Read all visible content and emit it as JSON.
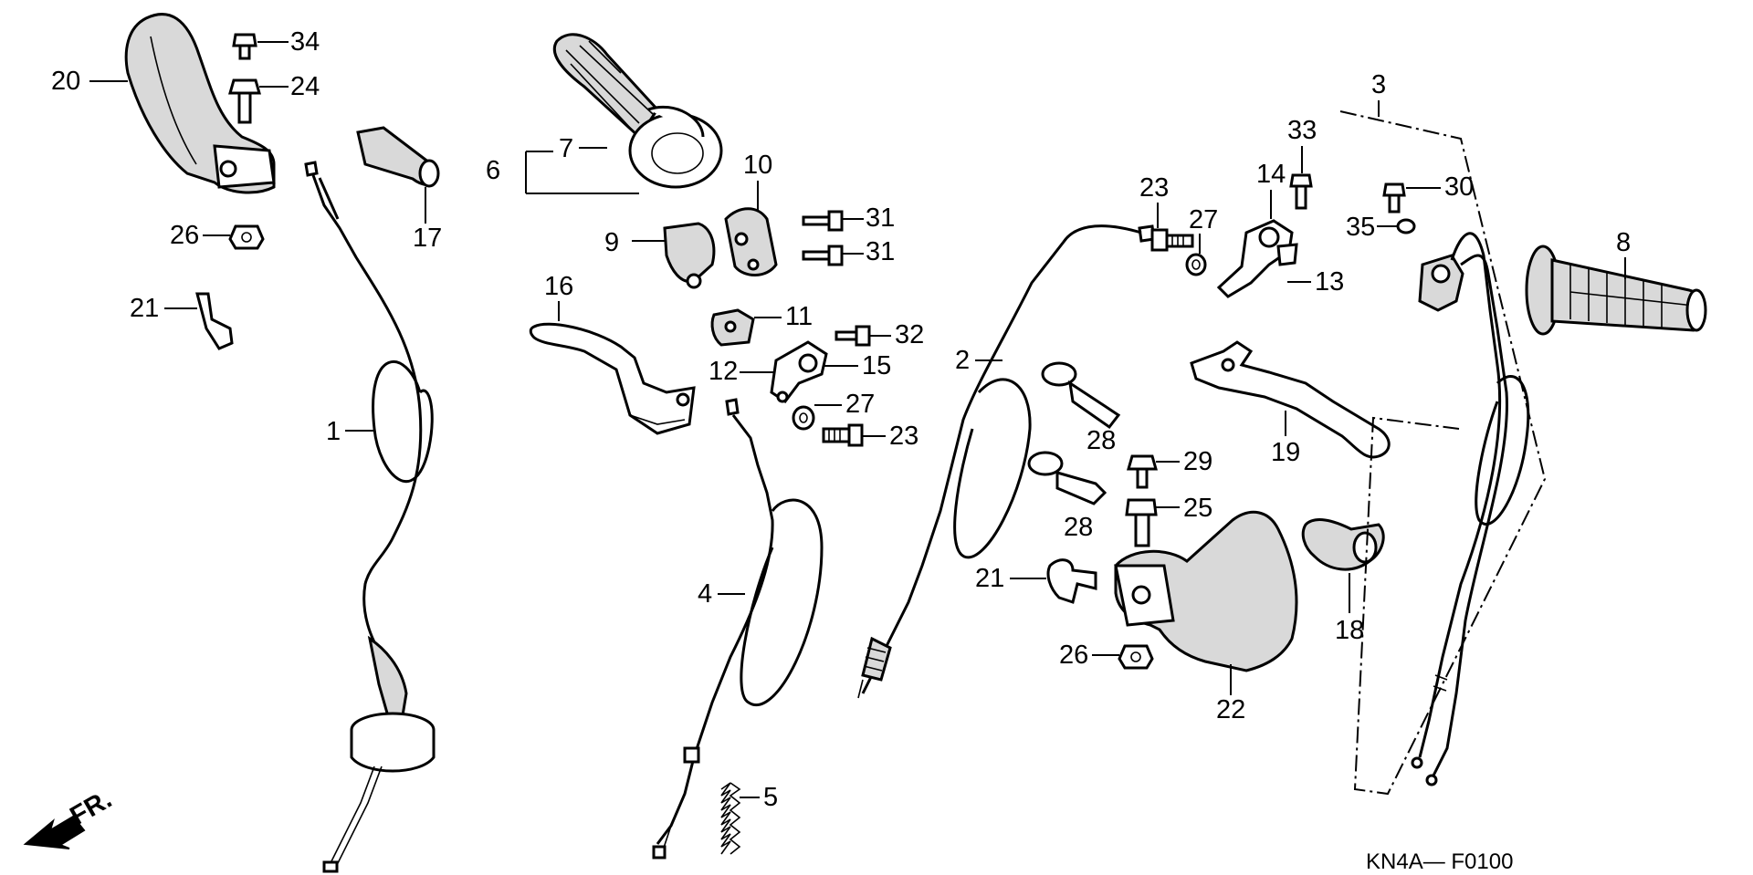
{
  "diagram_code": "KN4A— F0100",
  "front_arrow_text": "FR.",
  "callouts": {
    "n1": "1",
    "n2": "2",
    "n3": "3",
    "n4": "4",
    "n5": "5",
    "n6": "6",
    "n7": "7",
    "n8": "8",
    "n9": "9",
    "n10": "10",
    "n11": "11",
    "n12": "12",
    "n13": "13",
    "n14": "14",
    "n15": "15",
    "n16": "16",
    "n17": "17",
    "n18": "18",
    "n19": "19",
    "n20": "20",
    "n21": "21",
    "n22": "22",
    "n23": "23",
    "n24": "24",
    "n25": "25",
    "n26": "26",
    "n27": "27",
    "n28": "28",
    "n29": "29",
    "n30": "30",
    "n31": "31",
    "n32": "32",
    "n33": "33",
    "n34": "34",
    "n35": "35"
  },
  "colors": {
    "line": "#000000",
    "background": "#ffffff",
    "shade": "#d9d9d9"
  }
}
